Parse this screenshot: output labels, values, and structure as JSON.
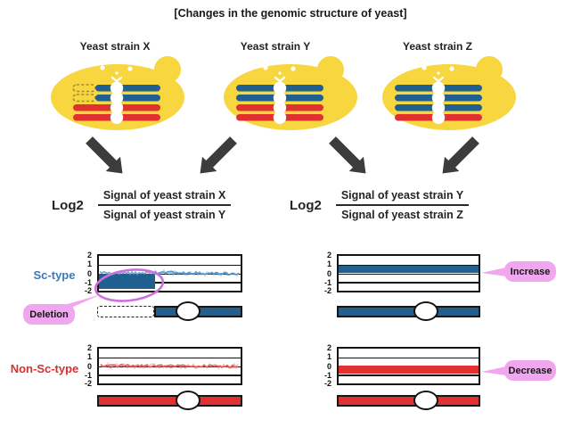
{
  "title": "[Changes in the genomic structure of yeast]",
  "strains": [
    {
      "label": "Yeast strain X"
    },
    {
      "label": "Yeast strain Y"
    },
    {
      "label": "Yeast strain Z"
    }
  ],
  "formulas": [
    {
      "log": "Log2",
      "numerator": "Signal of yeast strain X",
      "denominator": "Signal of yeast strain Y"
    },
    {
      "log": "Log2",
      "numerator": "Signal of yeast strain Y",
      "denominator": "Signal of yeast strain Z"
    }
  ],
  "plots": {
    "y_ticks": [
      "2",
      "1",
      "0",
      "-1",
      "-2"
    ],
    "sc_label": "Sc-type",
    "non_sc_label": "Non-Sc-type",
    "sc_label_color": "#3D7AB5",
    "non_sc_label_color": "#D63030"
  },
  "annotations": {
    "deletion": "Deletion",
    "increase": "Increase",
    "decrease": "Decrease"
  },
  "colors": {
    "cell_yellow": "#F8D63F",
    "chromosome_blue": "#1F6091",
    "chromosome_red": "#E03030",
    "arrow_gray": "#3C3C3C",
    "bubble_pink": "#F1A7EF",
    "ellipse_violet": "#CE6FDE",
    "noise_blue": "#4E94CC",
    "noise_red": "#E05A5A"
  }
}
